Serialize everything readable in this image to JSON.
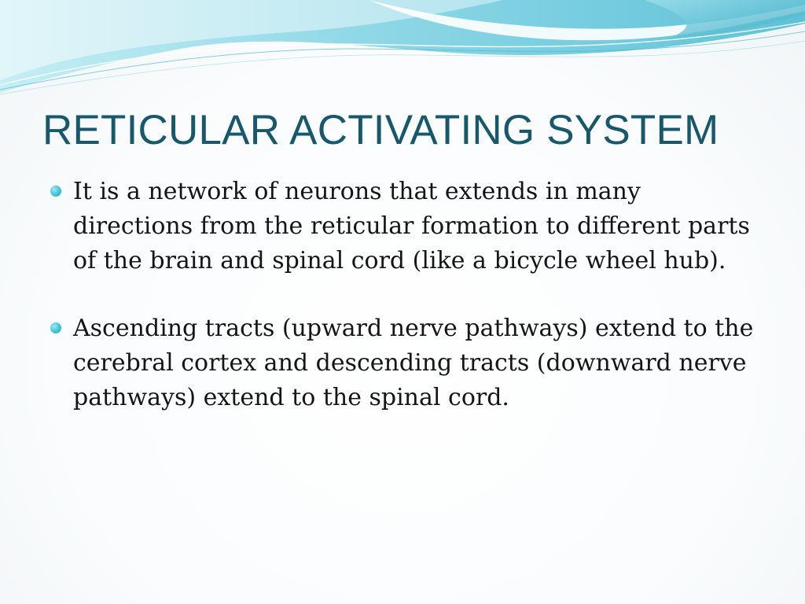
{
  "slide": {
    "title": "RETICULAR ACTIVATING SYSTEM",
    "bullets": [
      {
        "text": "It is a network of neurons that extends in many directions from the reticular formation to different parts of the brain and spinal cord (like a bicycle wheel hub)."
      },
      {
        "text": "Ascending tracts (upward nerve pathways) extend to the cerebral cortex and descending tracts (downward nerve pathways) extend to the spinal cord."
      }
    ]
  },
  "theme": {
    "title_color": "#17586c",
    "bullet_color": "#3fc3d8",
    "wave_light": "#bfeaf2",
    "wave_mid": "#7fd3e3",
    "wave_dark": "#3aaec4"
  }
}
